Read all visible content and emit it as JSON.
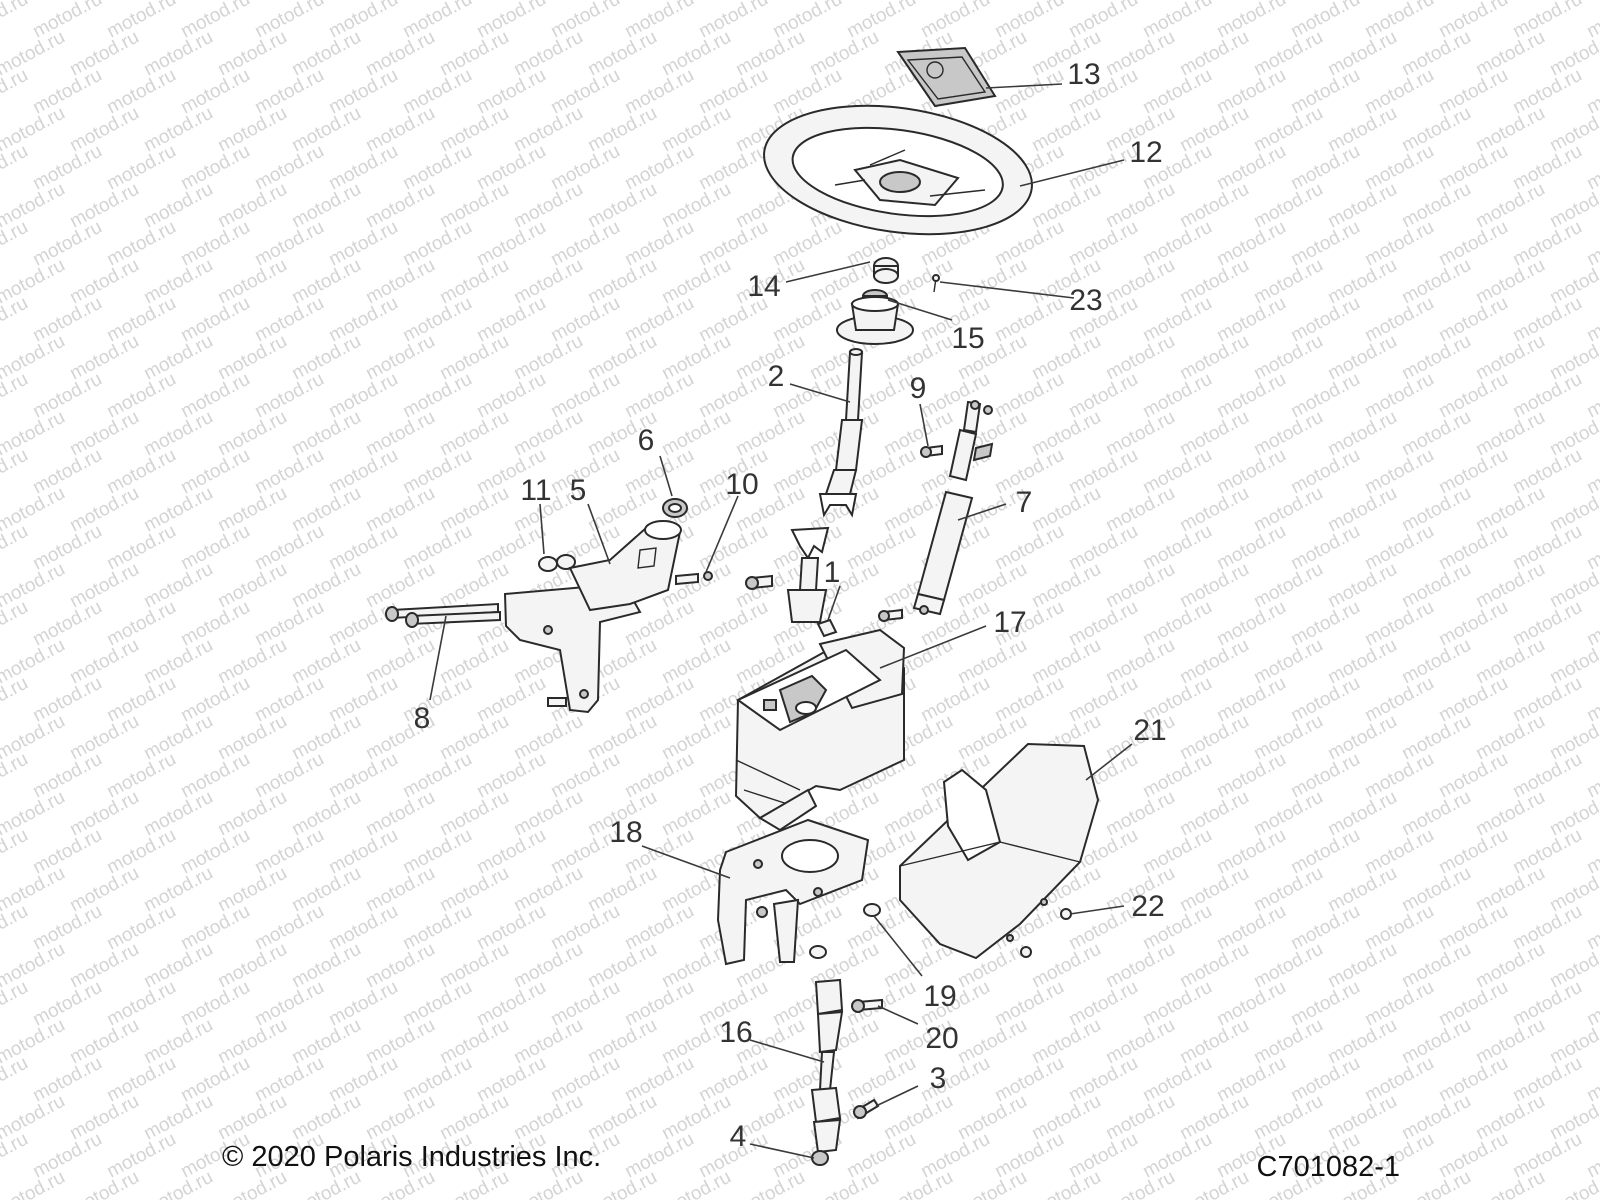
{
  "watermark": "motod.ru",
  "copyright": "© 2020 Polaris Industries Inc.",
  "drawing_id": "C701082-1",
  "callouts": [
    "1",
    "2",
    "3",
    "4",
    "5",
    "6",
    "7",
    "8",
    "9",
    "10",
    "11",
    "12",
    "13",
    "14",
    "15",
    "16",
    "17",
    "18",
    "19",
    "20",
    "21",
    "22",
    "23"
  ],
  "colors": {
    "line": "#2a2a2a",
    "watermark": "#d4d4d4",
    "background": "#ffffff"
  }
}
